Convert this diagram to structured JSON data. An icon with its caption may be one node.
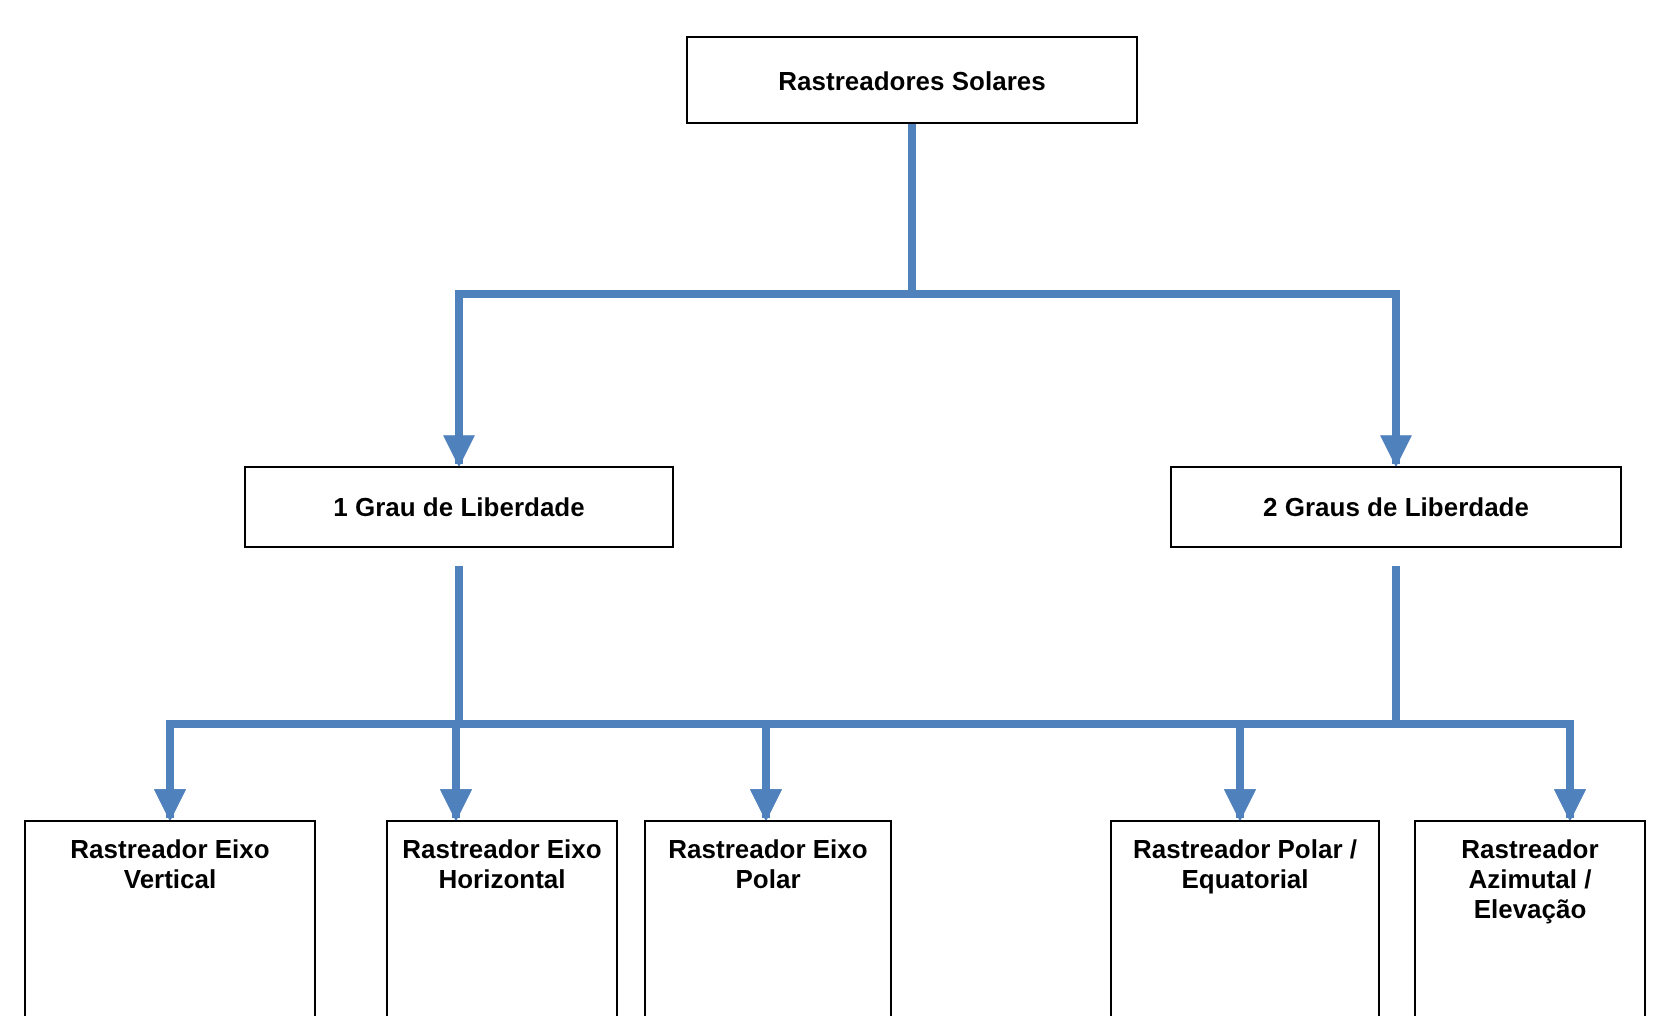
{
  "diagram": {
    "nodes": [
      {
        "text": [
          "Rastreadores Solares"
        ]
      },
      {
        "text": [
          "1 Grau de Liberdade"
        ]
      },
      {
        "text": [
          "2 Graus de Liberdade"
        ]
      },
      {
        "text": [
          "Rastreador Eixo Vertical"
        ]
      },
      {
        "text": [
          "Rastreador Eixo Horizontal"
        ]
      },
      {
        "text": [
          "Rastreador Eixo Polar"
        ]
      },
      {
        "text": [
          "Rastreador Polar / Equatorial"
        ]
      },
      {
        "text": [
          "Rastreador Azimutal / Elevação"
        ]
      }
    ],
    "edges": [
      {
        "from": 0,
        "to": 1,
        "arrow": "to"
      },
      {
        "from": 0,
        "to": 2,
        "arrow": "to"
      },
      {
        "from": 1,
        "to": 3,
        "arrow": "to"
      },
      {
        "from": 1,
        "to": 4,
        "arrow": "to"
      },
      {
        "from": 1,
        "to": 5,
        "arrow": "to"
      },
      {
        "from": 1,
        "to": 6,
        "arrow": "to"
      },
      {
        "from": 1,
        "to": 7,
        "arrow": "to"
      },
      {
        "from": 2,
        "to": 3,
        "arrow": "to"
      },
      {
        "from": 2,
        "to": 4,
        "arrow": "to"
      },
      {
        "from": 2,
        "to": 5,
        "arrow": "to"
      },
      {
        "from": 2,
        "to": 6,
        "arrow": "to"
      },
      {
        "from": 2,
        "to": 7,
        "arrow": "to"
      }
    ]
  }
}
